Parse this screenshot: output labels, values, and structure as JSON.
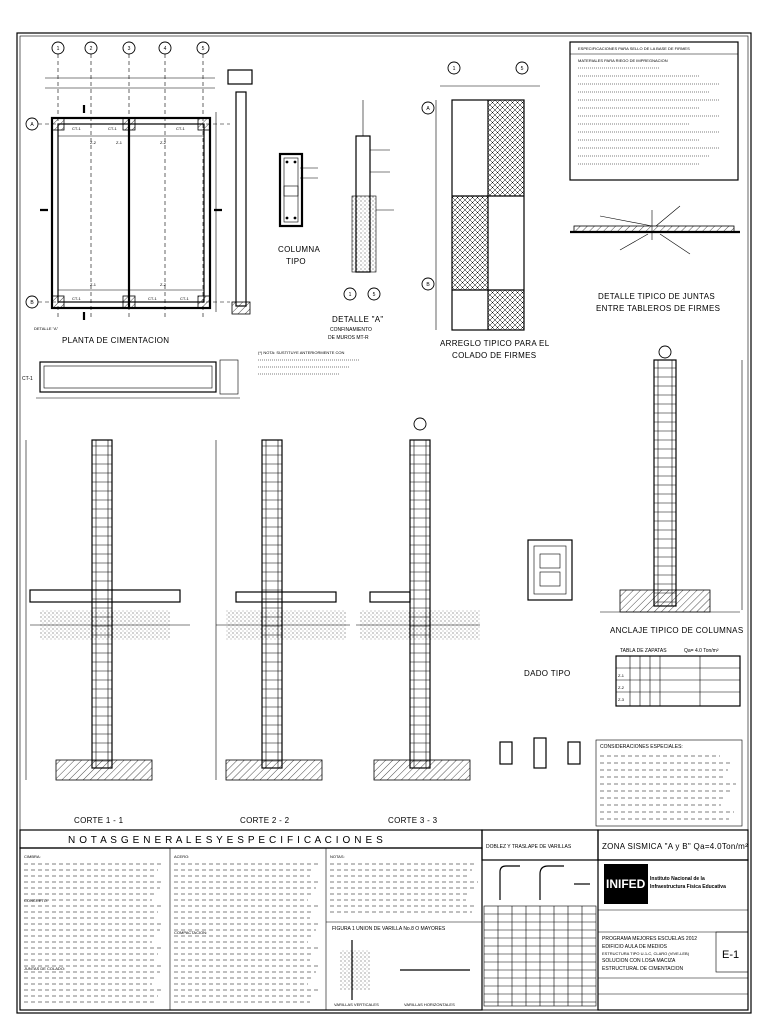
{
  "plan": {
    "title": "PLANTA DE CIMENTACION",
    "axes_top": [
      "1",
      "2",
      "3",
      "4",
      "5"
    ],
    "axes_side": [
      "A",
      "B"
    ],
    "beam_labels": [
      "CT-1",
      "CT-1",
      "CT-1",
      "CT-1",
      "CT-1",
      "CT-1"
    ],
    "z_labels": [
      "Z-2",
      "Z-1",
      "Z-2",
      "Z-1",
      "Z-2"
    ],
    "detail_tag": "DETALLE \"A\"",
    "ct1_label": "CT-1"
  },
  "columna": {
    "title": "COLUMNA",
    "subtitle": "TIPO"
  },
  "detalle_a": {
    "title": "DETALLE \"A\"",
    "sub1": "CONFINAMIENTO",
    "sub2": "DE MUROS MT-R",
    "axes": [
      "1",
      "5"
    ]
  },
  "arreglo": {
    "title1": "ARREGLO TIPICO PARA EL",
    "title2": "COLADO DE FIRMES",
    "axes_top": [
      "1",
      "5"
    ],
    "axes_side": [
      "A",
      "B"
    ]
  },
  "spec_box": {
    "title": "ESPECIFICACIONES PARA SELLO DE LA BASE DE FIRMES",
    "sub1": "MATERIALES PARA RIEGO DE IMPREGNACION"
  },
  "juntas": {
    "title1": "DETALLE TIPICO DE JUNTAS",
    "title2": "ENTRE TABLEROS DE FIRMES"
  },
  "nota_ct": "(*) NOTA: SUSTITUYE ANTERIORMENTE CON",
  "cortes": [
    "CORTE 1 - 1",
    "CORTE 2 - 2",
    "CORTE 3 - 3"
  ],
  "dado": {
    "title": "DADO TIPO"
  },
  "anclaje": {
    "title": "ANCLAJE TIPICO DE COLUMNAS"
  },
  "zapatas_table": {
    "title": "TABLA DE ZAPATAS",
    "qa": "Qa= 4.0 Ton/m²",
    "rows": [
      "Z-1",
      "Z-2",
      "Z-3"
    ]
  },
  "consideraciones": {
    "title": "CONSIDERACIONES ESPECIALES:"
  },
  "notas": {
    "title": "N O T A S   G E N E R A L E S   Y   E S P E C I F I C A C I O N E S"
  },
  "notas_cols": {
    "c1": [
      "CIMBRA:",
      "CONCRETO:",
      "JUNTAS DE COLADO:"
    ],
    "c2": [
      "ACERO:",
      "COMPACTACION:"
    ],
    "c3": [
      "NOTAS:"
    ]
  },
  "figura1": "FIGURA 1 UNION DE VARILLA No.8 O MAYORES",
  "doblez": "DOBLEZ Y TRASLAPE DE VARILLAS",
  "zona": "ZONA SISMICA \"A y B\" Qa=4.0Ton/m²",
  "title_block": {
    "logo": "INIFED",
    "org1": "Instituto Nacional de la",
    "org2": "Infraestructura Física Educativa",
    "program": "PROGRAMA MEJORES ESCUELAS 2012",
    "project1": "EDIFICIO AULA DE MEDIOS",
    "project2": "ESTRUCTURA TIPO U-1-C, CLARO (VIVE-LEB)",
    "project3": "SOLUCION CON LOSA MACIZA",
    "drawing": "ESTRUCTURAL DE CIMENTACION",
    "sheet": "E-1"
  },
  "rebar_labels": {
    "horiz": "VARILLAS HORIZONTALES",
    "vert": "VARILLAS VERTICALES"
  }
}
